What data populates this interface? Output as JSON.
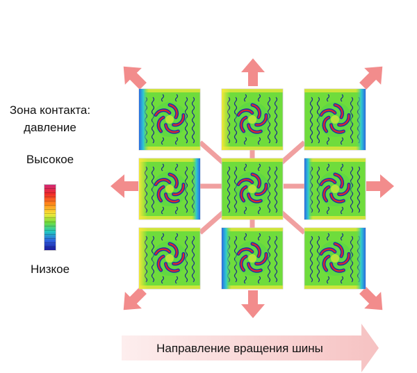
{
  "legend": {
    "title_line1": "Зона контакта:",
    "title_line2": "давление",
    "high_label": "Высокое",
    "low_label": "Низкое"
  },
  "direction_label": "Направление вращения шины",
  "colors": {
    "arrow": "#f28c8c",
    "connector": "#f0a0a0",
    "contact_green": "#6fdc3c",
    "edge_blue": "#2f6fe0",
    "edge_yellow": "#f4e83a",
    "pattern_red": "#e02828",
    "pattern_blue": "#1a2fb0",
    "wave": "#1a2a8a",
    "direction_bar": "#f9d3d3"
  },
  "grid": {
    "rows": 3,
    "cols": 3
  }
}
